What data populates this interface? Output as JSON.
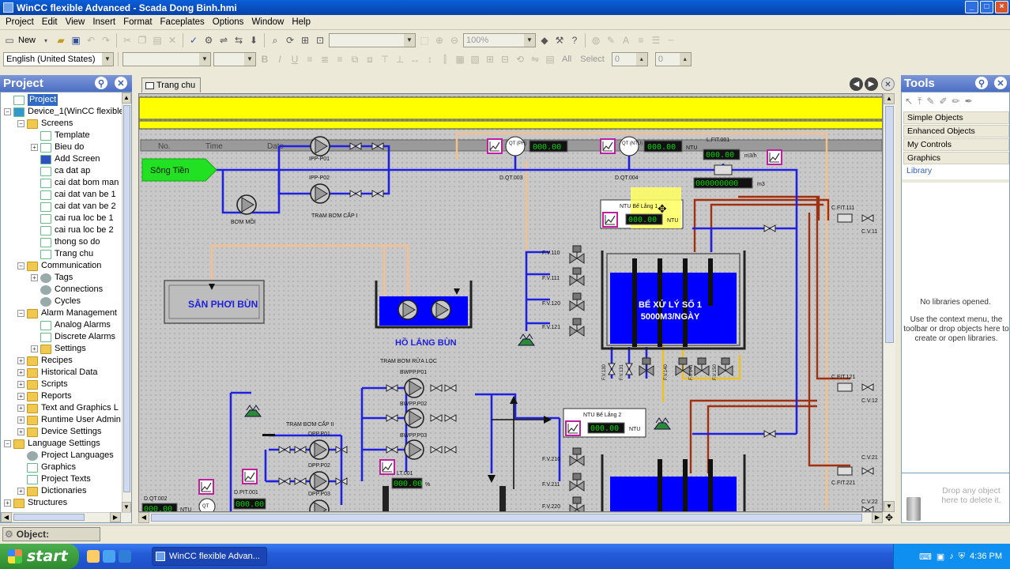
{
  "window": {
    "title": "WinCC flexible Advanced - Scada Dong Binh.hmi",
    "minimize": "_",
    "maximize": "□",
    "close": "×"
  },
  "menu": [
    "Project",
    "Edit",
    "View",
    "Insert",
    "Format",
    "Faceplates",
    "Options",
    "Window",
    "Help"
  ],
  "toolbar": {
    "new_label": "New",
    "zoom_value": "100%",
    "language_value": "English (United States)",
    "select_label": "Select",
    "all_label": "All",
    "x_value": "0",
    "y_value": "0"
  },
  "project_panel": {
    "title": "Project",
    "items": [
      {
        "label": "Project",
        "level": 0,
        "expander": "",
        "icon": "page",
        "selected": true
      },
      {
        "label": "Device_1(WinCC flexible",
        "level": 0,
        "expander": "−",
        "icon": "device"
      },
      {
        "label": "Screens",
        "level": 1,
        "expander": "−",
        "icon": "folder"
      },
      {
        "label": "Template",
        "level": 2,
        "expander": "",
        "icon": "page"
      },
      {
        "label": "Bieu do",
        "level": 2,
        "expander": "+",
        "icon": "page"
      },
      {
        "label": "Add Screen",
        "level": 2,
        "expander": "",
        "icon": "add"
      },
      {
        "label": "ca dat ap",
        "level": 2,
        "expander": "",
        "icon": "page"
      },
      {
        "label": "cai dat bom man",
        "level": 2,
        "expander": "",
        "icon": "page"
      },
      {
        "label": "cai dat van be 1",
        "level": 2,
        "expander": "",
        "icon": "page"
      },
      {
        "label": "cai dat van be 2",
        "level": 2,
        "expander": "",
        "icon": "page"
      },
      {
        "label": "cai rua loc be 1",
        "level": 2,
        "expander": "",
        "icon": "page"
      },
      {
        "label": "cai rua loc be 2",
        "level": 2,
        "expander": "",
        "icon": "page"
      },
      {
        "label": "thong so do",
        "level": 2,
        "expander": "",
        "icon": "page"
      },
      {
        "label": "Trang chu",
        "level": 2,
        "expander": "",
        "icon": "page"
      },
      {
        "label": "Communication",
        "level": 1,
        "expander": "−",
        "icon": "folder"
      },
      {
        "label": "Tags",
        "level": 2,
        "expander": "+",
        "icon": "gear"
      },
      {
        "label": "Connections",
        "level": 2,
        "expander": "",
        "icon": "gear"
      },
      {
        "label": "Cycles",
        "level": 2,
        "expander": "",
        "icon": "gear"
      },
      {
        "label": "Alarm Management",
        "level": 1,
        "expander": "−",
        "icon": "folder"
      },
      {
        "label": "Analog Alarms",
        "level": 2,
        "expander": "",
        "icon": "page"
      },
      {
        "label": "Discrete Alarms",
        "level": 2,
        "expander": "",
        "icon": "page"
      },
      {
        "label": "Settings",
        "level": 2,
        "expander": "+",
        "icon": "folder"
      },
      {
        "label": "Recipes",
        "level": 1,
        "expander": "+",
        "icon": "folder"
      },
      {
        "label": "Historical Data",
        "level": 1,
        "expander": "+",
        "icon": "folder"
      },
      {
        "label": "Scripts",
        "level": 1,
        "expander": "+",
        "icon": "folder"
      },
      {
        "label": "Reports",
        "level": 1,
        "expander": "+",
        "icon": "folder"
      },
      {
        "label": "Text and Graphics L",
        "level": 1,
        "expander": "+",
        "icon": "folder"
      },
      {
        "label": "Runtime User Admin",
        "level": 1,
        "expander": "+",
        "icon": "folder"
      },
      {
        "label": "Device Settings",
        "level": 1,
        "expander": "+",
        "icon": "folder"
      },
      {
        "label": "Language Settings",
        "level": 0,
        "expander": "−",
        "icon": "folder"
      },
      {
        "label": "Project Languages",
        "level": 1,
        "expander": "",
        "icon": "gear"
      },
      {
        "label": "Graphics",
        "level": 1,
        "expander": "",
        "icon": "page"
      },
      {
        "label": "Project Texts",
        "level": 1,
        "expander": "",
        "icon": "page"
      },
      {
        "label": "Dictionaries",
        "level": 1,
        "expander": "+",
        "icon": "folder"
      },
      {
        "label": "Structures",
        "level": 0,
        "expander": "+",
        "icon": "folder"
      }
    ]
  },
  "editor": {
    "tab_label": "Trang chu",
    "alarm_columns": [
      "No.",
      "Time",
      "Date"
    ],
    "labels": {
      "song_tien": "Sông Tiền",
      "san_phoi_bun": "SÂN PHƠI BÙN",
      "ho_lang_bun": "HỒ LẮNG BÙN",
      "tram_bom_cap_1": "TRẠM BƠM CẤP I",
      "tram_bom_cap_2": "TRẠM BƠM CẤP II",
      "tram_bom_rua_loc": "TRẠM BƠM RỬA LỌC",
      "bom_moi": "BƠM MỒI",
      "be_xu_ly_1_line1": "BỂ XỬ LÝ SỐ 1",
      "be_xu_ly_1_line2": "5000M3/NGÀY",
      "ntu_be_lang_1": "NTU Bể Lắng 1",
      "ntu_be_lang_2": "NTU Bể Lắng 2",
      "unit_ntu": "NTU",
      "unit_m3h": "m3/h",
      "unit_m3": "m3",
      "unit_pct": "%",
      "display_value": "000.00",
      "display_long": "000000000",
      "qt_ph": "QT (PH)",
      "qt_ntu": "QT (NTU)",
      "qt": "QT"
    },
    "tags": {
      "ipp01": "IPP-P01",
      "ipp02": "IPP-P02",
      "dqt003": "D.QT.003",
      "dqt004": "D.QT.004",
      "dqt002": "D.QT.002",
      "lfit001": "L.FIT.001",
      "dpit001": "D.PIT.001",
      "lt001": "LT.001",
      "bwpp01": "BWPP.P01",
      "bwpp02": "BWPP.P02",
      "bwpp03": "BWPP.P03",
      "dpp01": "DPP.P01",
      "dpp02": "DPP.P02",
      "dpp03": "DPP.P03",
      "fv110": "F.V.110",
      "fv111": "F.V.111",
      "fv120": "F.V.120",
      "fv121": "F.V.121",
      "fv130": "F.V.130",
      "fv131": "F.V.131",
      "fv140": "F.V.140",
      "fv141": "F.V.141",
      "fv150": "F.V.150",
      "fv210": "F.V.210",
      "fv211": "F.V.211",
      "fv220": "F.V.220",
      "cfit111": "C.FIT.111",
      "cv11": "C.V.11",
      "cfit121": "C.FIT.121",
      "cv12": "C.V.12",
      "cfit221": "C.FIT.221",
      "cv21": "C.V.21",
      "cv22": "C.V.22"
    }
  },
  "tools_panel": {
    "title": "Tools",
    "categories": [
      "Simple Objects",
      "Enhanced Objects",
      "My Controls",
      "Graphics",
      "Library"
    ],
    "empty_title": "No libraries opened.",
    "empty_hint": "Use the context menu, the toolbar or drop objects here to create or open libraries.",
    "trash_hint": "Drop any object here to delete it."
  },
  "status": {
    "object_label": "Object:"
  },
  "taskbar": {
    "start_label": "start",
    "task_label": "WinCC flexible Advan...",
    "clock": "4:36 PM"
  },
  "colors": {
    "title_blue": "#0842a8",
    "canvas_gray": "#c8c8c8",
    "alarm_yellow": "#ffff00",
    "water_blue": "#0000ff",
    "pipe_blue": "#2020e0",
    "pipe_brown": "#a03010",
    "pipe_peach": "#f5c090",
    "pipe_yellow": "#f0c020",
    "display_green": "#00d000"
  }
}
